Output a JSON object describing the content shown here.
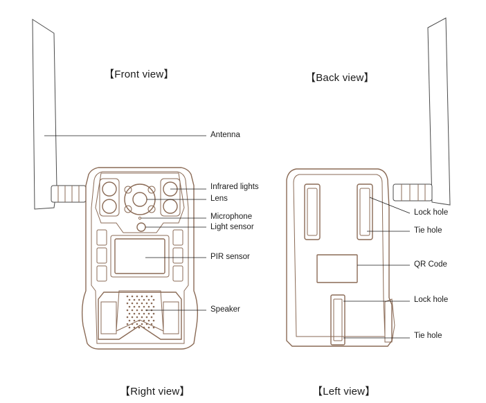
{
  "views": {
    "front": "【Front view】",
    "back": "【Back view】",
    "right": "【Right view】",
    "left": "【Left view】"
  },
  "front_callouts": {
    "antenna": "Antenna",
    "infrared": "Infrared lights",
    "lens": "Lens",
    "microphone": "Microphone",
    "light_sensor": "Light sensor",
    "pir": "PIR sensor",
    "speaker": "Speaker"
  },
  "back_callouts": {
    "lock_hole_top": "Lock hole",
    "tie_hole_top": "Tie hole",
    "qr_code": "QR Code",
    "lock_hole_bottom": "Lock hole",
    "tie_hole_bottom": "Tie hole"
  },
  "colors": {
    "outline": "#8a6a55",
    "antenna": "#4a4a4a",
    "text": "#1a1a1a"
  }
}
